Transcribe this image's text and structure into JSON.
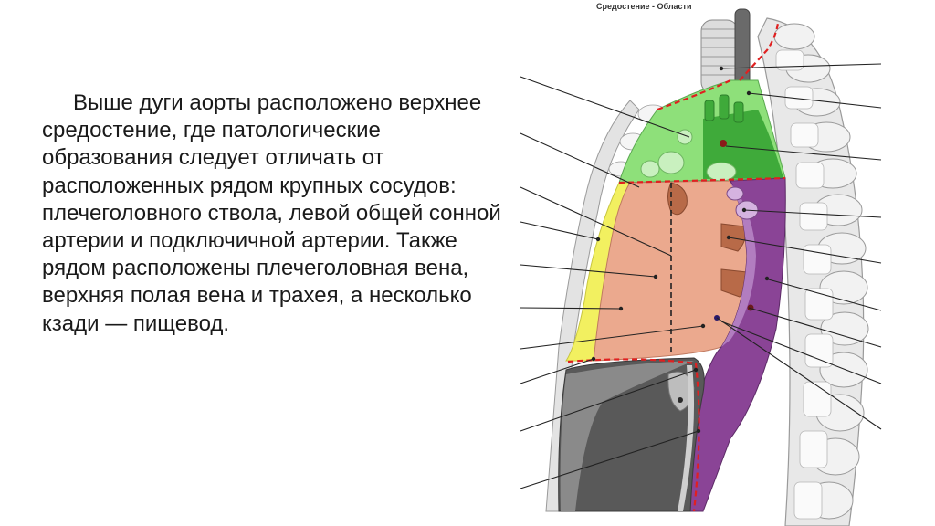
{
  "slide": {
    "paragraph": "Выше дуги аорты расположено верхнее средостение, где патологические образования следует отличать от расположенных рядом крупных сосудов: плечеголовного ствола, левой общей сонной артерии и подключичной артерии. Также рядом расположены плечеголовная вена, верхняя полая вена и трахея, а несколько кзади — пищевод."
  },
  "diagram": {
    "title": "Средостение - Области",
    "regions": [
      {
        "name": "superior-mediastinum",
        "color": "#7dd66a"
      },
      {
        "name": "anterior-mediastinum",
        "color": "#f0f060"
      },
      {
        "name": "middle-mediastinum",
        "color": "#e9a48a"
      },
      {
        "name": "posterior-mediastinum",
        "color": "#8e4a9a"
      },
      {
        "name": "diaphragm-abdomen",
        "color": "#5a5a5a"
      }
    ],
    "colors": {
      "boundary_dashed": "#e02020",
      "leader_line": "#222222",
      "bone": "#e6e6e6"
    }
  }
}
